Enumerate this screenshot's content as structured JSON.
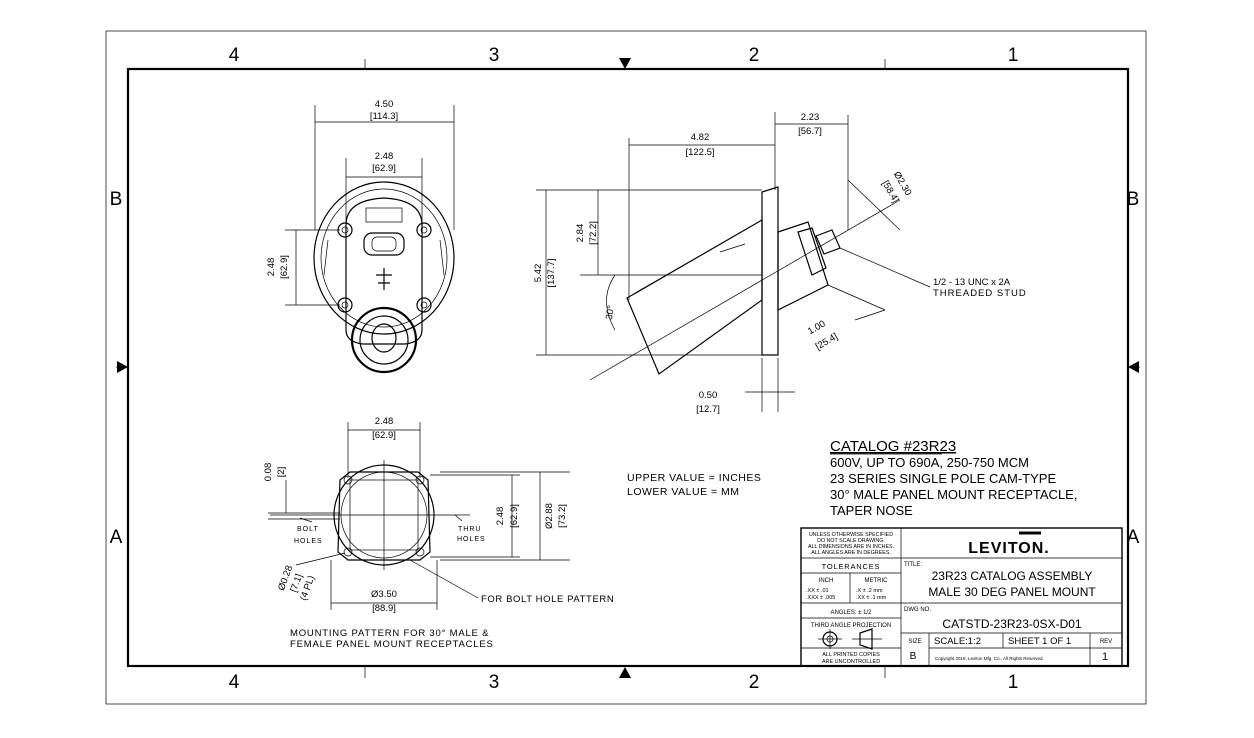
{
  "zones": {
    "columns": [
      "4",
      "3",
      "2",
      "1"
    ],
    "rows": [
      "B",
      "A"
    ]
  },
  "front_view": {
    "width": {
      "in": "4.50",
      "mm": "[114.3]"
    },
    "inner_width": {
      "in": "2.48",
      "mm": "[62.9]"
    },
    "height": {
      "in": "2.48",
      "mm": "[62.9]"
    }
  },
  "side_view": {
    "length": {
      "in": "4.82",
      "mm": "[122.5]"
    },
    "stud_length": {
      "in": "2.23",
      "mm": "[56.7]"
    },
    "diameter": {
      "in": "Ø2.30",
      "mm": "[58.4]"
    },
    "offset": {
      "in": "2.84",
      "mm": "[72.2]"
    },
    "height": {
      "in": "5.42",
      "mm": "[137.7]"
    },
    "angle": "30°",
    "depth": {
      "in": "1.00",
      "mm": "[25.4]"
    },
    "flange": {
      "in": "0.50",
      "mm": "[12.7]"
    },
    "stud_note_line1": "1/2 - 13 UNC x 2A",
    "stud_note_line2": "THREADED STUD"
  },
  "mounting_pattern": {
    "top_width": {
      "in": "2.48",
      "mm": "[62.9]"
    },
    "small": {
      "in": "0.08",
      "mm": "[2]"
    },
    "bolt_label_1": "BOLT",
    "bolt_label_2": "HOLES",
    "thru_label_1": "THRU",
    "thru_label_2": "HOLES",
    "height": {
      "in": "2.48",
      "mm": "[62.9]"
    },
    "outer_dia": {
      "in": "Ø2.88",
      "mm": "[73.2]"
    },
    "hole_dia_in": "Ø0.28",
    "hole_dia_mm": "[7.1]",
    "hole_count": "(4 PL)",
    "bolt_circle": {
      "in": "Ø3.50",
      "mm": "[88.9]"
    },
    "bolt_pattern_note": "FOR BOLT HOLE PATTERN",
    "caption_line1": "MOUNTING PATTERN FOR 30° MALE &",
    "caption_line2": "FEMALE PANEL MOUNT RECEPTACLES"
  },
  "units_note": {
    "line1": "UPPER VALUE = INCHES",
    "line2": "LOWER VALUE = MM"
  },
  "catalog": {
    "heading": "CATALOG #23R23",
    "lines": [
      "600V, UP TO 690A, 250-750 MCM",
      "23 SERIES SINGLE POLE CAM-TYPE",
      "30° MALE PANEL MOUNT RECEPTACLE,",
      "TAPER NOSE"
    ]
  },
  "title_block": {
    "unless_notes": [
      "UNLESS OTHERWISE SPECIFIED",
      "DO NOT SCALE DRAWING.",
      "ALL DIMENSIONS ARE IN INCHES.",
      "ALL ANGLES ARE IN DEGREES."
    ],
    "logo": "LEVITON.",
    "tolerances_label": "TOLERANCES",
    "inch_label": "INCH",
    "metric_label": "METRIC",
    "inch_rows": [
      ".XX   ± .01",
      ".XXX  ± .005"
    ],
    "metric_rows": [
      ".X   ± .2 mm",
      ".XX  ± .1 mm"
    ],
    "angles": "ANGLES: ± 1/2",
    "projection": "THIRD ANGLE PROJECTION",
    "printed_copies_1": "ALL PRINTED COPIES",
    "printed_copies_2": "ARE UNCONTROLLED",
    "title_label": "TITLE:",
    "title_line1": "23R23 CATALOG ASSEMBLY",
    "title_line2": "MALE 30 DEG PANEL MOUNT",
    "dwg_no_label": "DWG NO.",
    "dwg_no": "CATSTD-23R23-0SX-D01",
    "size_label": "SIZE",
    "size": "B",
    "scale": "SCALE:1:2",
    "sheet": "SHEET 1 OF 1",
    "rev_label": "REV",
    "rev": "1",
    "copyright": "Copyright 2016, Leviton Mfg. Co., All Rights Reserved."
  }
}
